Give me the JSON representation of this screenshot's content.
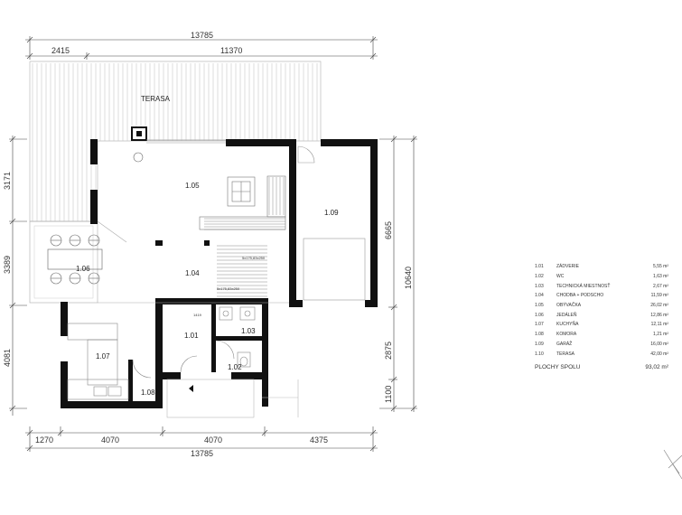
{
  "dimensions": {
    "top_total": "13785",
    "top_left": "2415",
    "top_right": "11370",
    "bottom_total": "13785",
    "bottom_segments": [
      "1270",
      "4070",
      "4070",
      "4375"
    ],
    "left_segments": [
      "3171",
      "3389",
      "4081"
    ],
    "right_segments": [
      "6665",
      "2875",
      "1100"
    ],
    "right_total": "10640"
  },
  "plan_labels": {
    "terrace": "TERASA",
    "stair_up": "5x175,83x250",
    "stair_down": "5x175,83x250",
    "door_code": "1419"
  },
  "rooms": [
    {
      "num": "1.01",
      "name": "ZÁDVERIE",
      "area": "5,55 m²"
    },
    {
      "num": "1.02",
      "name": "WC",
      "area": "1,63 m²"
    },
    {
      "num": "1.03",
      "name": "TECHNICKÁ MIESTNOSŤ",
      "area": "2,67 m²"
    },
    {
      "num": "1.04",
      "name": "CHODBA + PODSCHO",
      "area": "11,59 m²"
    },
    {
      "num": "1.05",
      "name": "OBÝVAČKA",
      "area": "26,02 m²"
    },
    {
      "num": "1.06",
      "name": "JEDÁLEŇ",
      "area": "12,86 m²"
    },
    {
      "num": "1.07",
      "name": "KUCHYŇA",
      "area": "12,11 m²"
    },
    {
      "num": "1.08",
      "name": "KOMORA",
      "area": "1,21 m²"
    },
    {
      "num": "1.09",
      "name": "GARÁŽ",
      "area": "16,00 m²"
    },
    {
      "num": "1.10",
      "name": "TERASA",
      "area": "42,00 m²"
    }
  ],
  "total": {
    "label": "PLOCHY SPOLU",
    "area": "93,02 m²"
  }
}
